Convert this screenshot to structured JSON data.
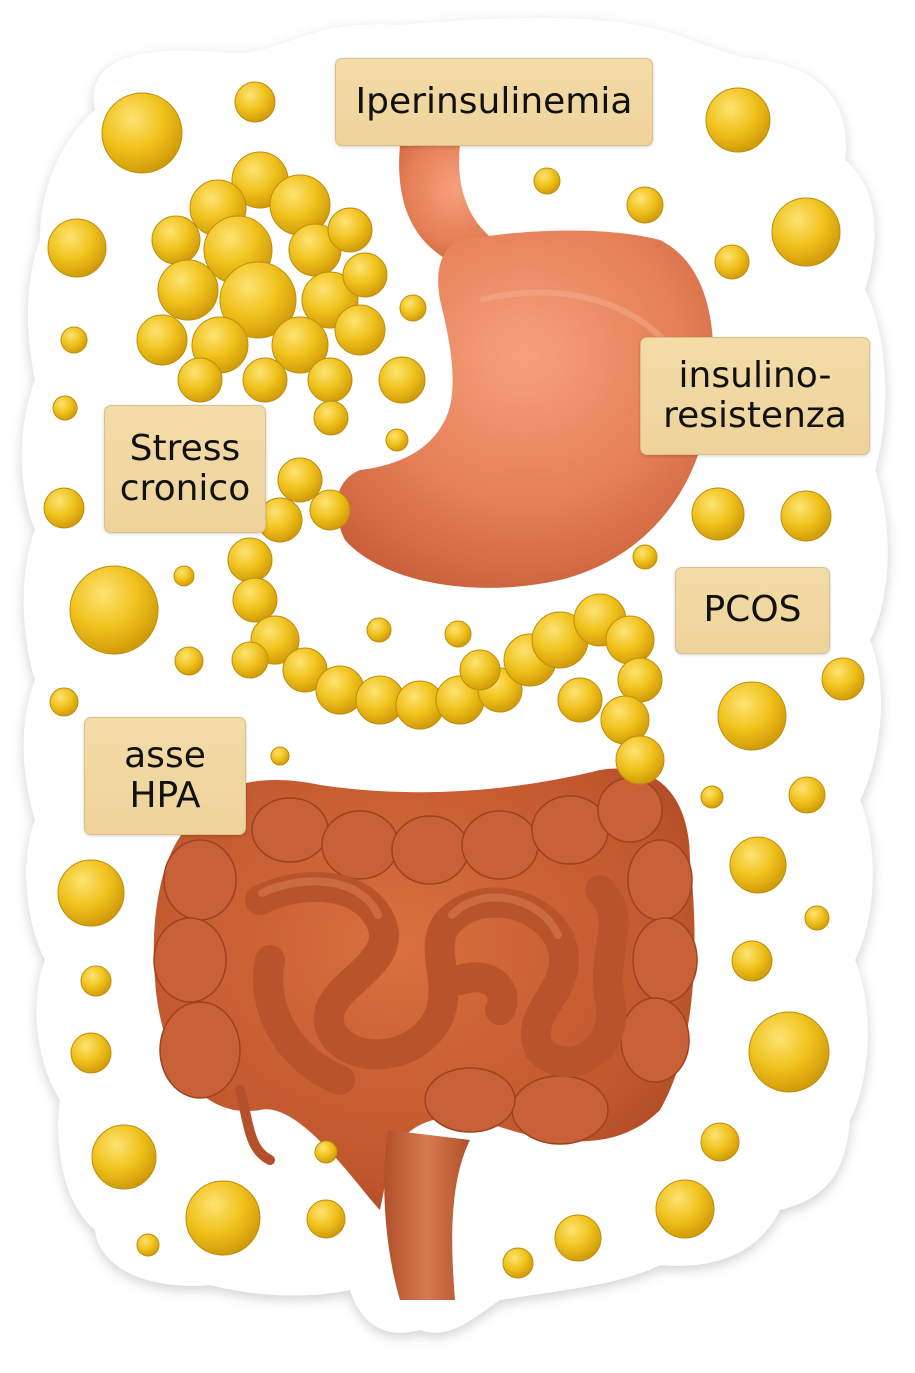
{
  "figure": {
    "subject": "digestive system with surrounding fat globules",
    "colors": {
      "sticker_border": "#ffffff",
      "fat_globule": "#f2c51f",
      "fat_globule_shade": "#d9a40e",
      "stomach": "#e8805a",
      "intestine": "#c5592f",
      "label_bg": "#f0d7a0",
      "label_text": "#111111"
    }
  },
  "labels": {
    "top": {
      "text": "Iperinsulinemia"
    },
    "right_upper": {
      "line1": "insulino-",
      "line2": "resistenza"
    },
    "left_upper": {
      "line1": "Stress",
      "line2": "cronico"
    },
    "right_lower": {
      "text": "PCOS"
    },
    "left_lower": {
      "line1": "asse",
      "line2": "HPA"
    }
  },
  "organs": [
    {
      "name": "adipose cluster"
    },
    {
      "name": "esophagus"
    },
    {
      "name": "stomach"
    },
    {
      "name": "pancreas (fatty)"
    },
    {
      "name": "large intestine"
    },
    {
      "name": "small intestine"
    },
    {
      "name": "rectum"
    }
  ],
  "globules": [
    [
      142,
      133,
      40
    ],
    [
      255,
      102,
      20
    ],
    [
      738,
      120,
      32
    ],
    [
      547,
      181,
      13
    ],
    [
      645,
      205,
      18
    ],
    [
      806,
      232,
      34
    ],
    [
      732,
      262,
      17
    ],
    [
      77,
      248,
      29
    ],
    [
      413,
      308,
      13
    ],
    [
      74,
      340,
      13
    ],
    [
      402,
      380,
      23
    ],
    [
      331,
      418,
      17
    ],
    [
      65,
      408,
      12
    ],
    [
      397,
      440,
      11
    ],
    [
      718,
      514,
      26
    ],
    [
      806,
      516,
      25
    ],
    [
      64,
      508,
      20
    ],
    [
      645,
      557,
      12
    ],
    [
      184,
      576,
      10
    ],
    [
      114,
      610,
      44
    ],
    [
      379,
      630,
      12
    ],
    [
      458,
      634,
      13
    ],
    [
      189,
      661,
      14
    ],
    [
      843,
      679,
      21
    ],
    [
      64,
      702,
      14
    ],
    [
      752,
      716,
      34
    ],
    [
      280,
      756,
      9
    ],
    [
      712,
      797,
      11
    ],
    [
      807,
      795,
      18
    ],
    [
      91,
      893,
      33
    ],
    [
      758,
      865,
      28
    ],
    [
      817,
      918,
      12
    ],
    [
      96,
      981,
      15
    ],
    [
      752,
      961,
      20
    ],
    [
      91,
      1053,
      20
    ],
    [
      789,
      1052,
      40
    ],
    [
      124,
      1157,
      32
    ],
    [
      720,
      1142,
      19
    ],
    [
      326,
      1152,
      11
    ],
    [
      223,
      1218,
      37
    ],
    [
      148,
      1245,
      11
    ],
    [
      326,
      1219,
      19
    ],
    [
      685,
      1209,
      29
    ],
    [
      578,
      1238,
      23
    ],
    [
      518,
      1263,
      15
    ]
  ],
  "cluster_globules": [
    [
      260,
      180,
      28
    ],
    [
      218,
      208,
      28
    ],
    [
      300,
      205,
      30
    ],
    [
      176,
      240,
      24
    ],
    [
      238,
      250,
      34
    ],
    [
      315,
      250,
      26
    ],
    [
      350,
      230,
      22
    ],
    [
      188,
      290,
      30
    ],
    [
      258,
      300,
      38
    ],
    [
      330,
      300,
      28
    ],
    [
      365,
      275,
      22
    ],
    [
      162,
      340,
      25
    ],
    [
      220,
      345,
      28
    ],
    [
      300,
      345,
      28
    ],
    [
      360,
      330,
      25
    ],
    [
      200,
      380,
      22
    ],
    [
      265,
      380,
      22
    ],
    [
      330,
      380,
      22
    ]
  ],
  "pancreas_globules": [
    [
      300,
      480,
      22
    ],
    [
      280,
      520,
      22
    ],
    [
      250,
      560,
      22
    ],
    [
      255,
      600,
      22
    ],
    [
      275,
      640,
      24
    ],
    [
      305,
      670,
      22
    ],
    [
      340,
      690,
      24
    ],
    [
      380,
      700,
      24
    ],
    [
      420,
      705,
      24
    ],
    [
      460,
      700,
      24
    ],
    [
      500,
      690,
      22
    ],
    [
      530,
      660,
      26
    ],
    [
      560,
      640,
      28
    ],
    [
      600,
      620,
      26
    ],
    [
      630,
      640,
      24
    ],
    [
      640,
      680,
      22
    ],
    [
      625,
      720,
      24
    ],
    [
      640,
      760,
      24
    ],
    [
      330,
      510,
      20
    ],
    [
      250,
      660,
      18
    ],
    [
      580,
      700,
      22
    ],
    [
      480,
      670,
      20
    ]
  ]
}
